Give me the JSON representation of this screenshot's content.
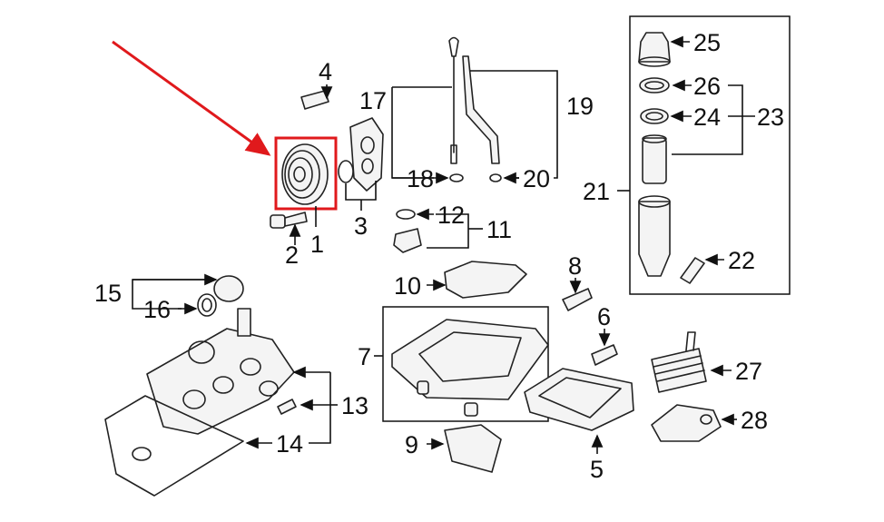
{
  "diagram": {
    "callouts": {
      "c1": "1",
      "c2": "2",
      "c3": "3",
      "c4": "4",
      "c5": "5",
      "c6": "6",
      "c7": "7",
      "c8": "8",
      "c9": "9",
      "c10": "10",
      "c11": "11",
      "c12": "12",
      "c13": "13",
      "c14": "14",
      "c15": "15",
      "c16": "16",
      "c17": "17",
      "c18": "18",
      "c19": "19",
      "c20": "20",
      "c21": "21",
      "c22": "22",
      "c23": "23",
      "c24": "24",
      "c25": "25",
      "c26": "26",
      "c27": "27",
      "c28": "28"
    },
    "highlight_color": "#e0191c",
    "line_color": "#111111"
  }
}
